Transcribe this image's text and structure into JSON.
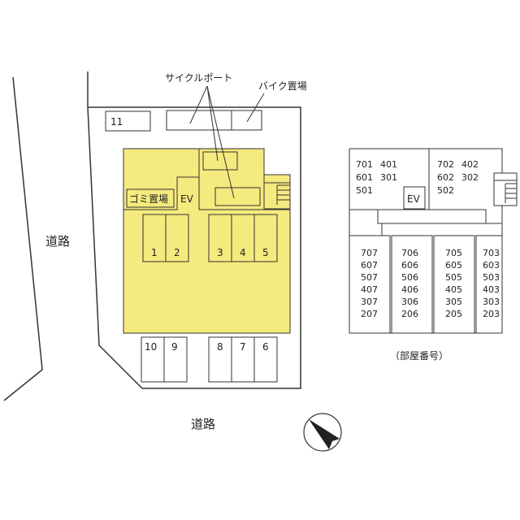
{
  "labels": {
    "cycle_port": "サイクルポート",
    "bike_parking": "バイク置場",
    "road_left": "道路",
    "road_bottom": "道路",
    "garbage": "ゴミ置場",
    "ev_site": "EV",
    "ev_floor": "EV",
    "room_number_caption": "（部屋番号）"
  },
  "parking": {
    "top": [
      "11"
    ],
    "inner": [
      "1",
      "2",
      "3",
      "4",
      "5"
    ],
    "bottom": [
      "10",
      "9",
      "8",
      "7",
      "6"
    ]
  },
  "rooms": {
    "upper_left": [
      "701",
      "401",
      "601",
      "301",
      "501"
    ],
    "upper_right": [
      "702",
      "402",
      "602",
      "302",
      "502"
    ],
    "col1": [
      "707",
      "607",
      "507",
      "407",
      "307",
      "207"
    ],
    "col2": [
      "706",
      "606",
      "506",
      "406",
      "306",
      "206"
    ],
    "col3": [
      "705",
      "605",
      "505",
      "405",
      "305",
      "205"
    ],
    "col4": [
      "703",
      "603",
      "503",
      "403",
      "303",
      "203"
    ]
  },
  "colors": {
    "building_fill": "#f5ea7e",
    "line": "#333333"
  },
  "icons": [
    "north-arrow-icon",
    "stairs-icon"
  ]
}
